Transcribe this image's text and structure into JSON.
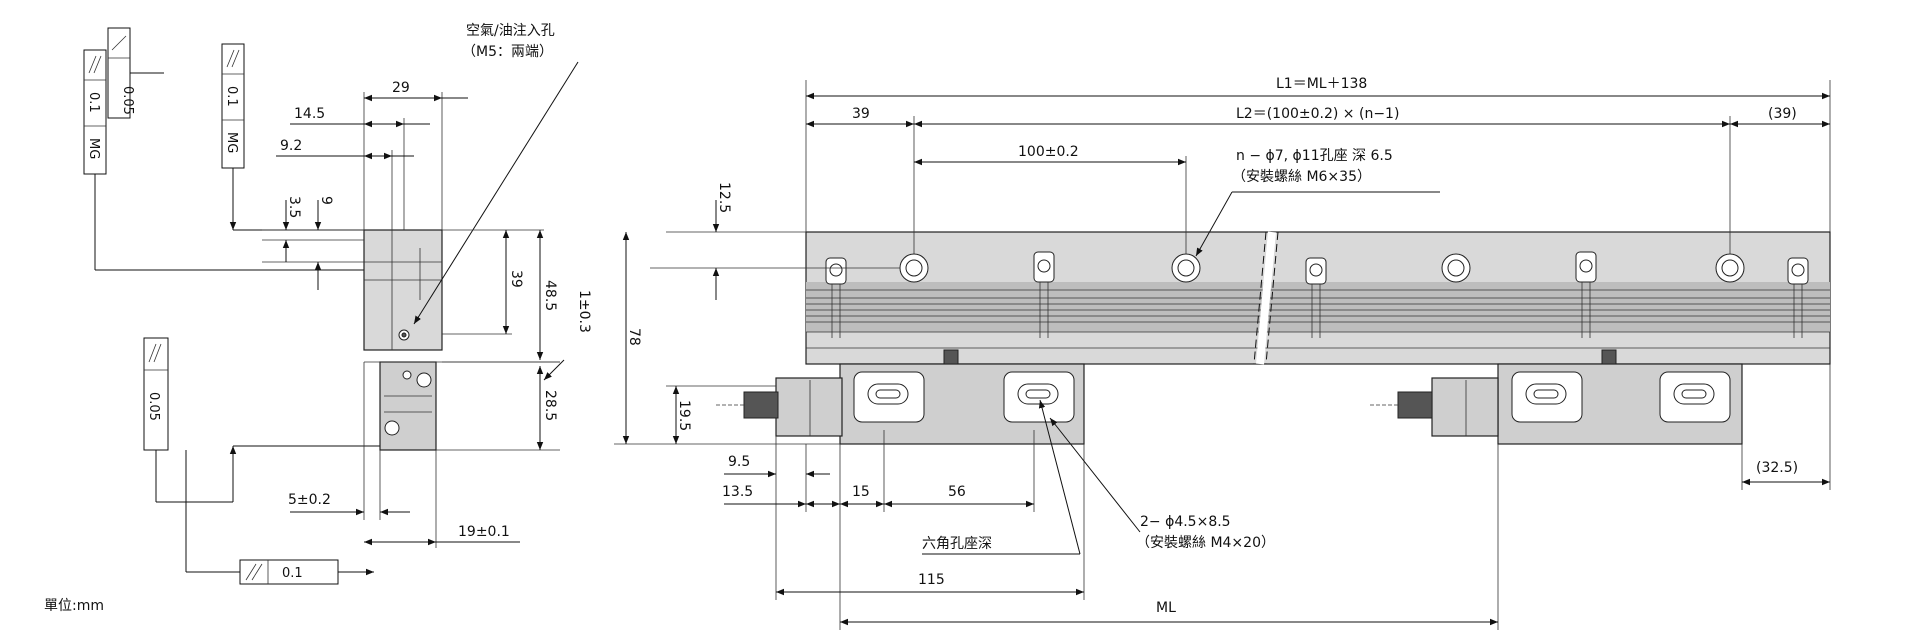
{
  "colors": {
    "body": "#d9d9d9",
    "line": "#111111",
    "background": "#ffffff"
  },
  "unit_note": "單位:mm",
  "side_view": {
    "air_port_note_1": "空氣/油注入孔",
    "air_port_note_2": "（M5：兩端）",
    "dim_29": "29",
    "dim_14_5": "14.5",
    "dim_9_2": "9.2",
    "dim_3_5": "3.5",
    "dim_9": "9",
    "dim_39": "39",
    "dim_48_5": "48.5",
    "dim_1_pm_0_3": "1±0.3",
    "dim_28_5": "28.5",
    "dim_5_pm_0_2": "5±0.2",
    "dim_19_pm_0_1": "19±0.1",
    "tol_flatness": {
      "value": "0.05"
    },
    "tol_parallel_1": {
      "value": "0.1",
      "datum": "MG"
    },
    "tol_parallel_2": {
      "value": "0.1",
      "datum": "MG"
    },
    "tol_parallel_3": {
      "value": "0.05"
    },
    "tol_parallel_4": {
      "value": "0.1"
    }
  },
  "front_view": {
    "dim_L1": "L1＝ML＋138",
    "dim_39": "39",
    "dim_L2": "L2＝(100±0.2) × (n−1)",
    "dim_39_paren": "(39)",
    "dim_100": "100±0.2",
    "hole_note_1": "n − ϕ7, ϕ11孔座  深 6.5",
    "hole_note_2": "（安裝螺絲  M6×35）",
    "dim_12_5": "12.5",
    "dim_78": "78",
    "dim_19_5": "19.5",
    "dim_9_5": "9.5",
    "dim_13_5": "13.5",
    "dim_15": "15",
    "dim_56": "56",
    "dim_115": "115",
    "dim_ML": "ML",
    "dim_32_5": "(32.5)",
    "hex_note": "六角孔座深",
    "screw_note_1": "2− ϕ4.5×8.5",
    "screw_note_2": "（安裝螺絲  M4×20）"
  }
}
